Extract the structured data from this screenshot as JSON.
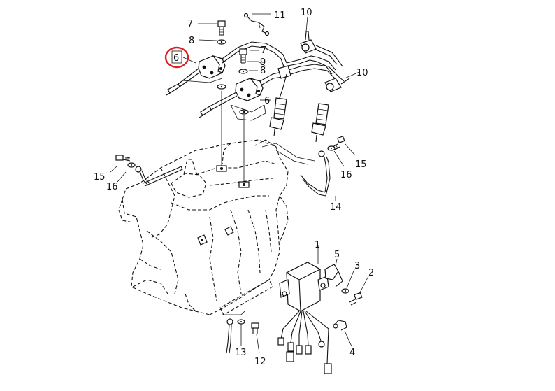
{
  "diagram": {
    "highlight_color": "#e02020",
    "callouts": [
      {
        "id": "c1",
        "text": "1"
      },
      {
        "id": "c2",
        "text": "2"
      },
      {
        "id": "c3",
        "text": "3"
      },
      {
        "id": "c4",
        "text": "4"
      },
      {
        "id": "c5",
        "text": "5"
      },
      {
        "id": "c6a",
        "text": "6"
      },
      {
        "id": "c6b",
        "text": "6"
      },
      {
        "id": "c7a",
        "text": "7"
      },
      {
        "id": "c7b",
        "text": "7"
      },
      {
        "id": "c8a",
        "text": "8"
      },
      {
        "id": "c8b",
        "text": "8"
      },
      {
        "id": "c9",
        "text": "9"
      },
      {
        "id": "c10a",
        "text": "10"
      },
      {
        "id": "c10b",
        "text": "10"
      },
      {
        "id": "c11",
        "text": "11"
      },
      {
        "id": "c12",
        "text": "12"
      },
      {
        "id": "c13",
        "text": "13"
      },
      {
        "id": "c14",
        "text": "14"
      },
      {
        "id": "c15a",
        "text": "15"
      },
      {
        "id": "c15b",
        "text": "15"
      },
      {
        "id": "c16a",
        "text": "16"
      },
      {
        "id": "c16b",
        "text": "16"
      }
    ]
  }
}
